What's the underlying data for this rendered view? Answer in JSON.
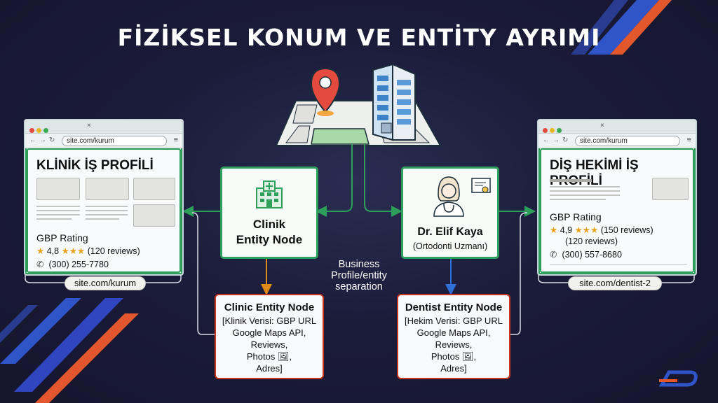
{
  "title": "FİZİKSEL KONUM VE ENTİTY AYRIMI",
  "colors": {
    "entity_green": "#2e9e5b",
    "sub_node_red": "#c9361f",
    "arrow_orange": "#e08a1a",
    "arrow_blue": "#2f6fd6",
    "background": "#1b1c3a"
  },
  "left_browser": {
    "url": "site.com/kurum",
    "profile_title": "KLİNİK İŞ PROFİLİ",
    "gbp_label": "GBP Rating",
    "rating": "4,8",
    "reviews": "(120 reviews)",
    "phone": "(300) 255-7780",
    "url_pill": "site.com/kurum",
    "icons": [
      "star-icon",
      "phone-icon"
    ]
  },
  "right_browser": {
    "url": "site.com/kurum",
    "profile_title": "DİŞ HEKİMİ İŞ PROFİLİ",
    "gbp_label": "GBP Rating",
    "rating": "4,9",
    "reviews": "(150 reviews)",
    "reviews_2": "(120 reviews)",
    "phone": "(300) 557-8680",
    "url_pill": "site.com/dentist-2",
    "icons": [
      "star-icon",
      "phone-icon"
    ]
  },
  "clinic_node": {
    "line1": "Clinik",
    "line2": "Entity Node",
    "icon": "hospital-icon"
  },
  "dentist_node": {
    "name": "Dr. Elif Kaya",
    "role": "(Ortodonti Uzmanı)",
    "icons": [
      "doctor-avatar-icon",
      "certificate-icon"
    ]
  },
  "center_text": {
    "line1": "Business",
    "line2": "Profile/entity",
    "line3": "separation"
  },
  "clinic_entity": {
    "title": "Clinic Entity Node",
    "lines": [
      "[Klinik Verisi: GBP URL",
      "Google Maps API,",
      "Reviews,",
      "Photos",
      "Adres]"
    ]
  },
  "dentist_entity": {
    "title": "Dentist Entity Node",
    "lines": [
      "[Hekim Verisi: GBP URL",
      "Google Maps API,",
      "Reviews,",
      "Photos",
      "Adres]"
    ]
  }
}
